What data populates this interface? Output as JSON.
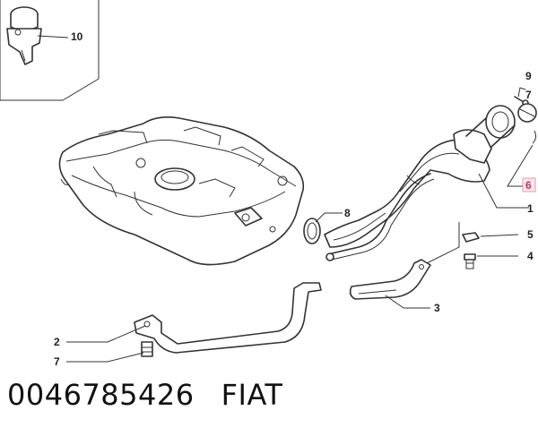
{
  "callouts": [
    {
      "id": "10",
      "label": "10"
    },
    {
      "id": "9",
      "label": "9"
    },
    {
      "id": "7",
      "label": "7"
    },
    {
      "id": "6",
      "label": "6",
      "highlighted": true
    },
    {
      "id": "1",
      "label": "1"
    },
    {
      "id": "8",
      "label": "8"
    },
    {
      "id": "5",
      "label": "5"
    },
    {
      "id": "4",
      "label": "4"
    },
    {
      "id": "3",
      "label": "3"
    },
    {
      "id": "2",
      "label": "2"
    },
    {
      "id": "7b",
      "label": "7"
    }
  ],
  "caption": {
    "part_number": "0046785426",
    "brand": "FIAT"
  },
  "colors": {
    "line": "#333333",
    "highlight_box": "#e0a0a8",
    "highlight_fill": "#fbe6ea",
    "highlight_text": "#c0306a"
  }
}
